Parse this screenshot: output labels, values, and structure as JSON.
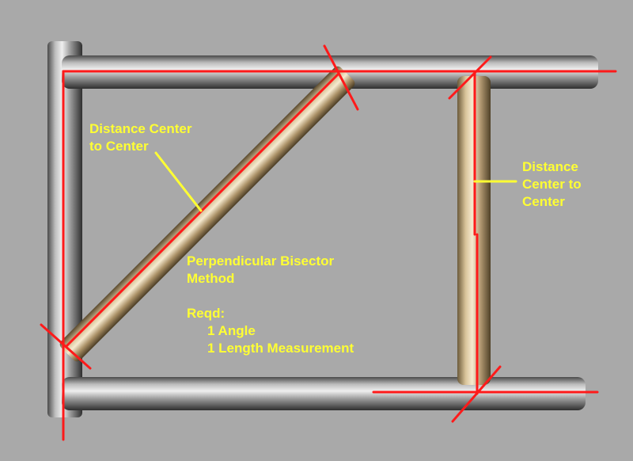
{
  "labels": {
    "diagonal": [
      "Distance Center",
      "to Center"
    ],
    "vertical": [
      "Distance",
      "Center to",
      "Center"
    ],
    "method": [
      "Perpendicular Bisector",
      "Method"
    ],
    "requirements": {
      "heading": "Reqd:",
      "items": [
        "1 Angle",
        "1 Length Measurement"
      ]
    }
  },
  "colors": {
    "background": "#a9a9a9",
    "centerline": "#ff1a1a",
    "label": "#ffff33",
    "tube_steel": "#9a9a9a",
    "tube_brass": "#c8b48a"
  }
}
